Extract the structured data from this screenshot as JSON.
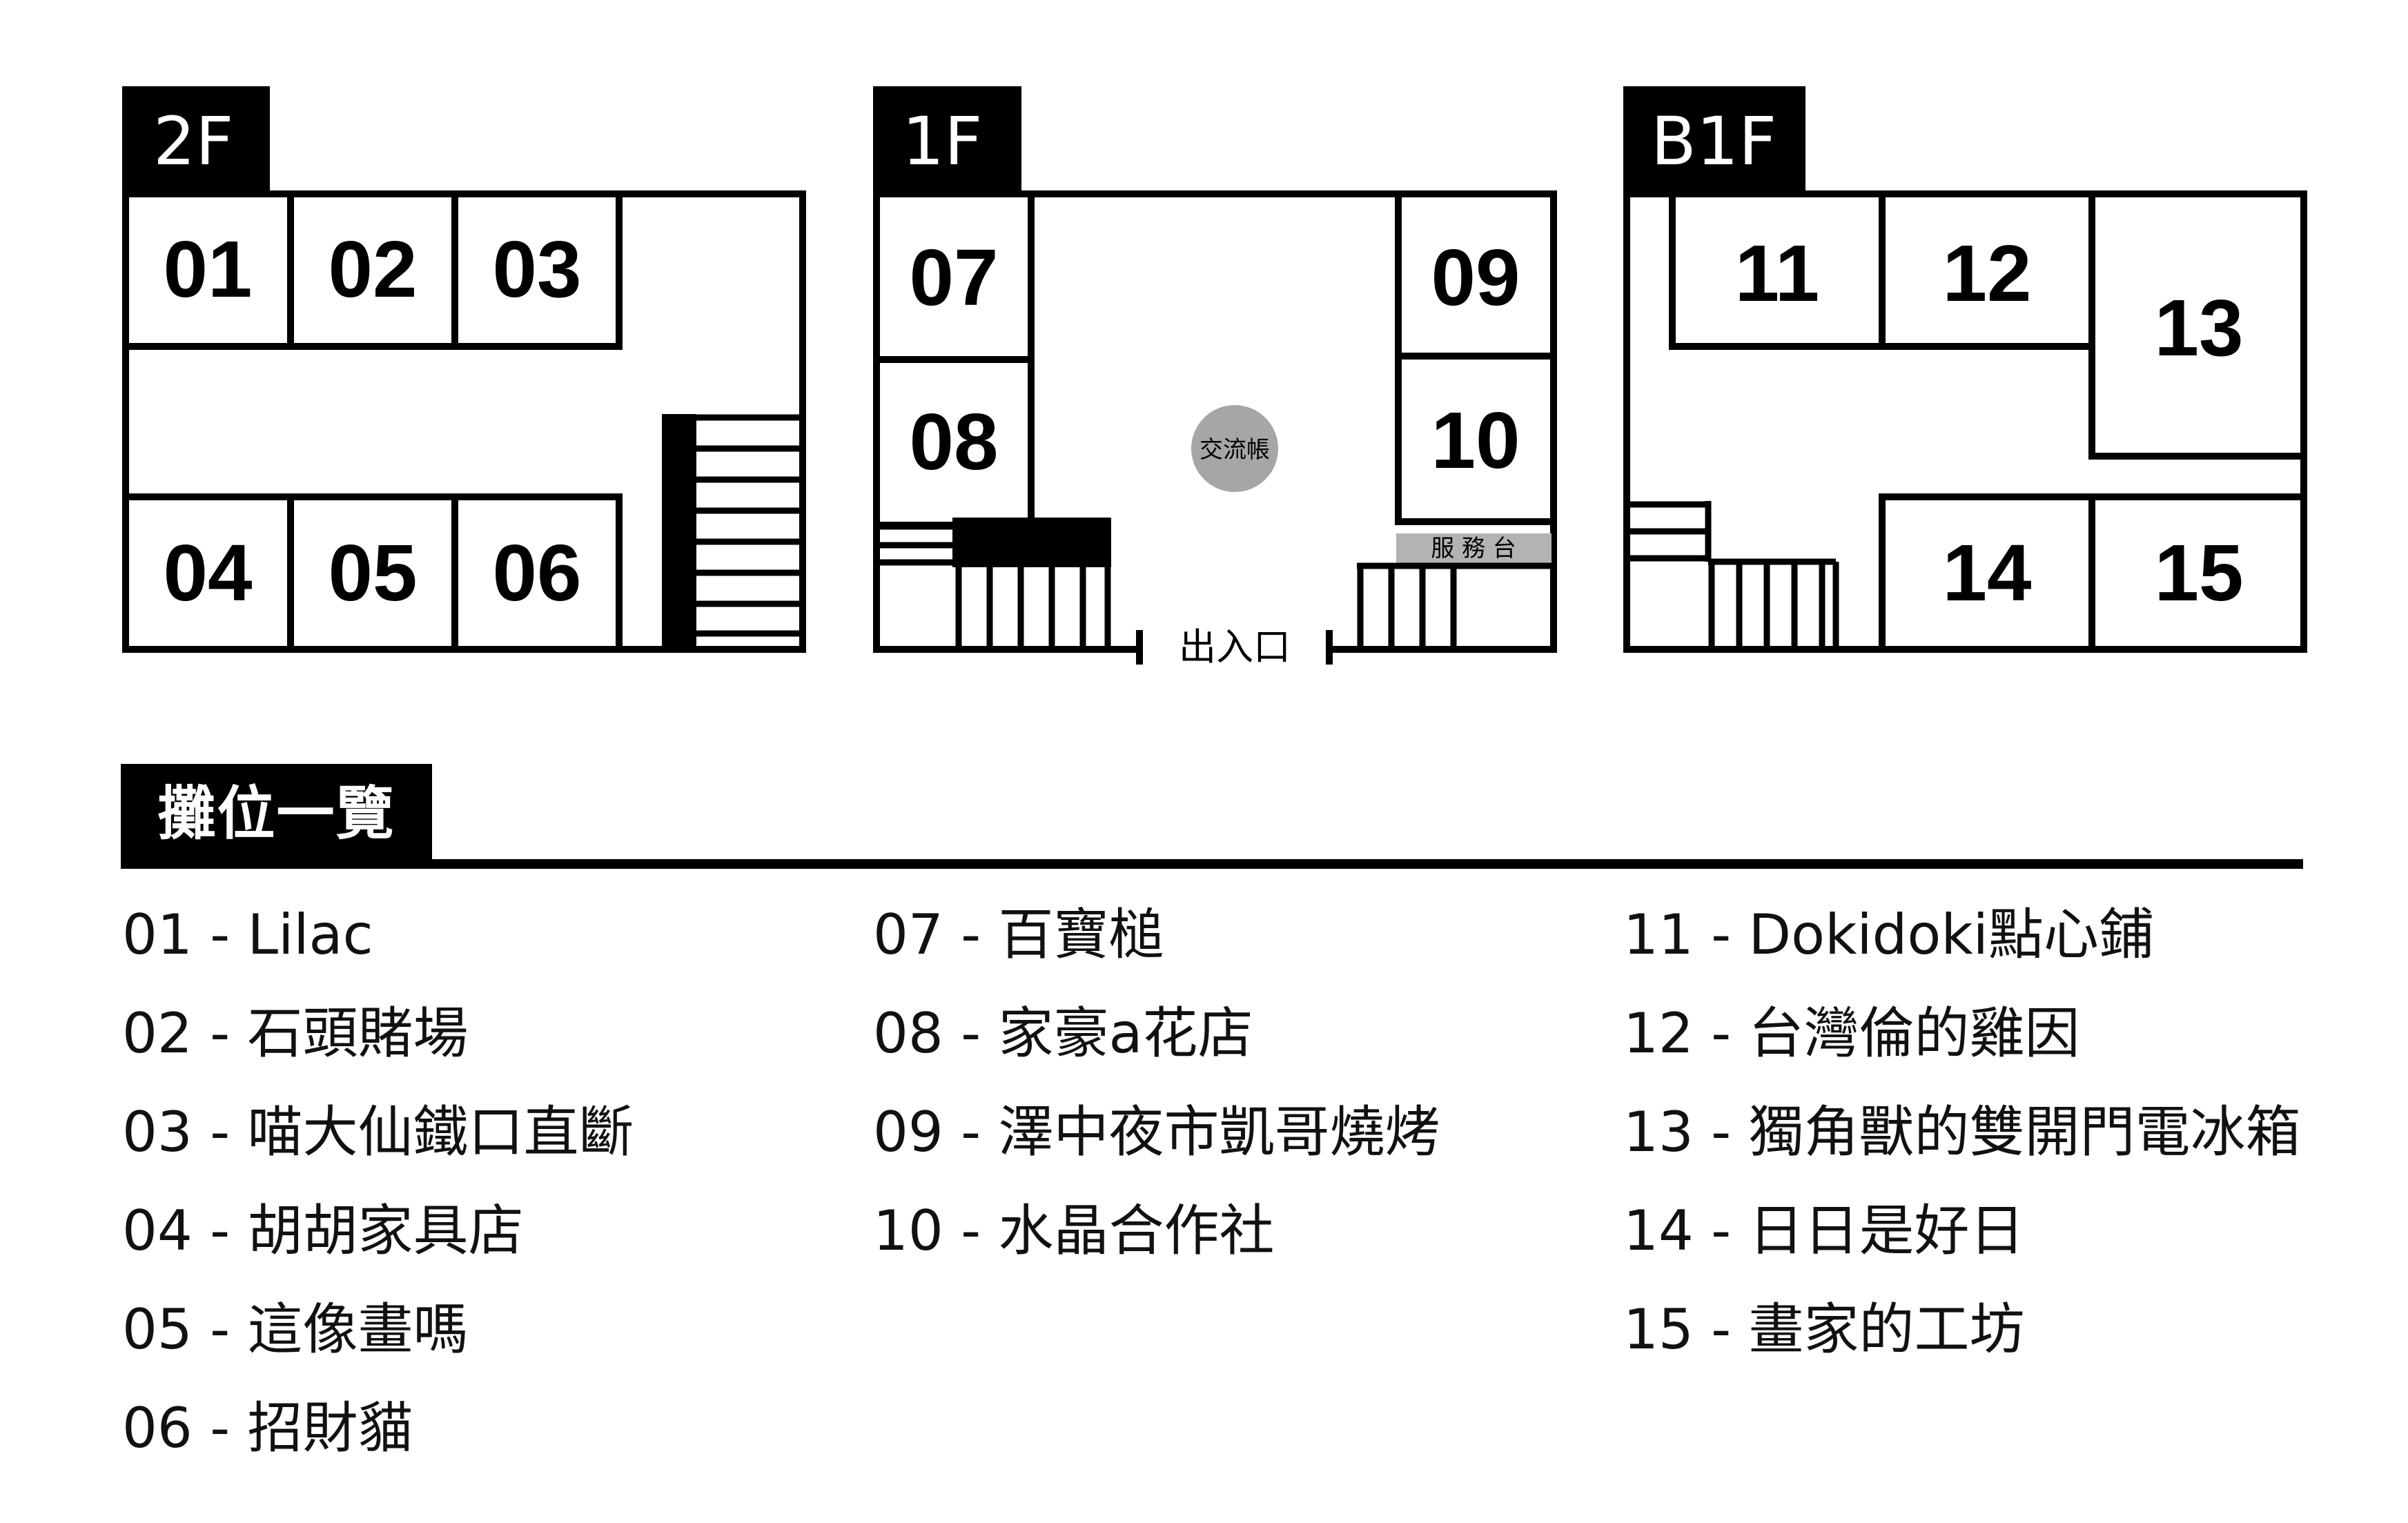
{
  "colors": {
    "ink": "#000000",
    "paper": "#ffffff",
    "lounge_circle": "#a6a6a6",
    "service_desk": "#b3b3b3"
  },
  "floors": {
    "floor_2f": {
      "label": "2F",
      "booths": [
        "01",
        "02",
        "03",
        "04",
        "05",
        "06"
      ]
    },
    "floor_1f": {
      "label": "1F",
      "booths": [
        "07",
        "08",
        "09",
        "10"
      ],
      "lounge_label": "交流帳",
      "service_desk_label": "服 務 台",
      "entrance_label": "出入口"
    },
    "floor_b1f": {
      "label": "B1F",
      "booths": [
        "11",
        "12",
        "13",
        "14",
        "15"
      ]
    }
  },
  "booth_list": {
    "title": "攤位一覽",
    "column_1": [
      "01 - Lilac",
      "02 - 石頭賭場",
      "03 - 喵大仙鐵口直斷",
      "04 - 胡胡家具店",
      "05 - 這像畫嗎",
      "06 - 招財貓"
    ],
    "column_2": [
      "07 - 百寶槌",
      "08 - 家豪a花店",
      "09 - 澤中夜市凱哥燒烤",
      "10 - 水晶合作社"
    ],
    "column_3": [
      "11 - Dokidoki點心鋪",
      "12 - 台灣倫的雞因",
      "13 - 獨角獸的雙開門電冰箱",
      "14 - 日日是好日",
      "15 - 畫家的工坊"
    ]
  }
}
